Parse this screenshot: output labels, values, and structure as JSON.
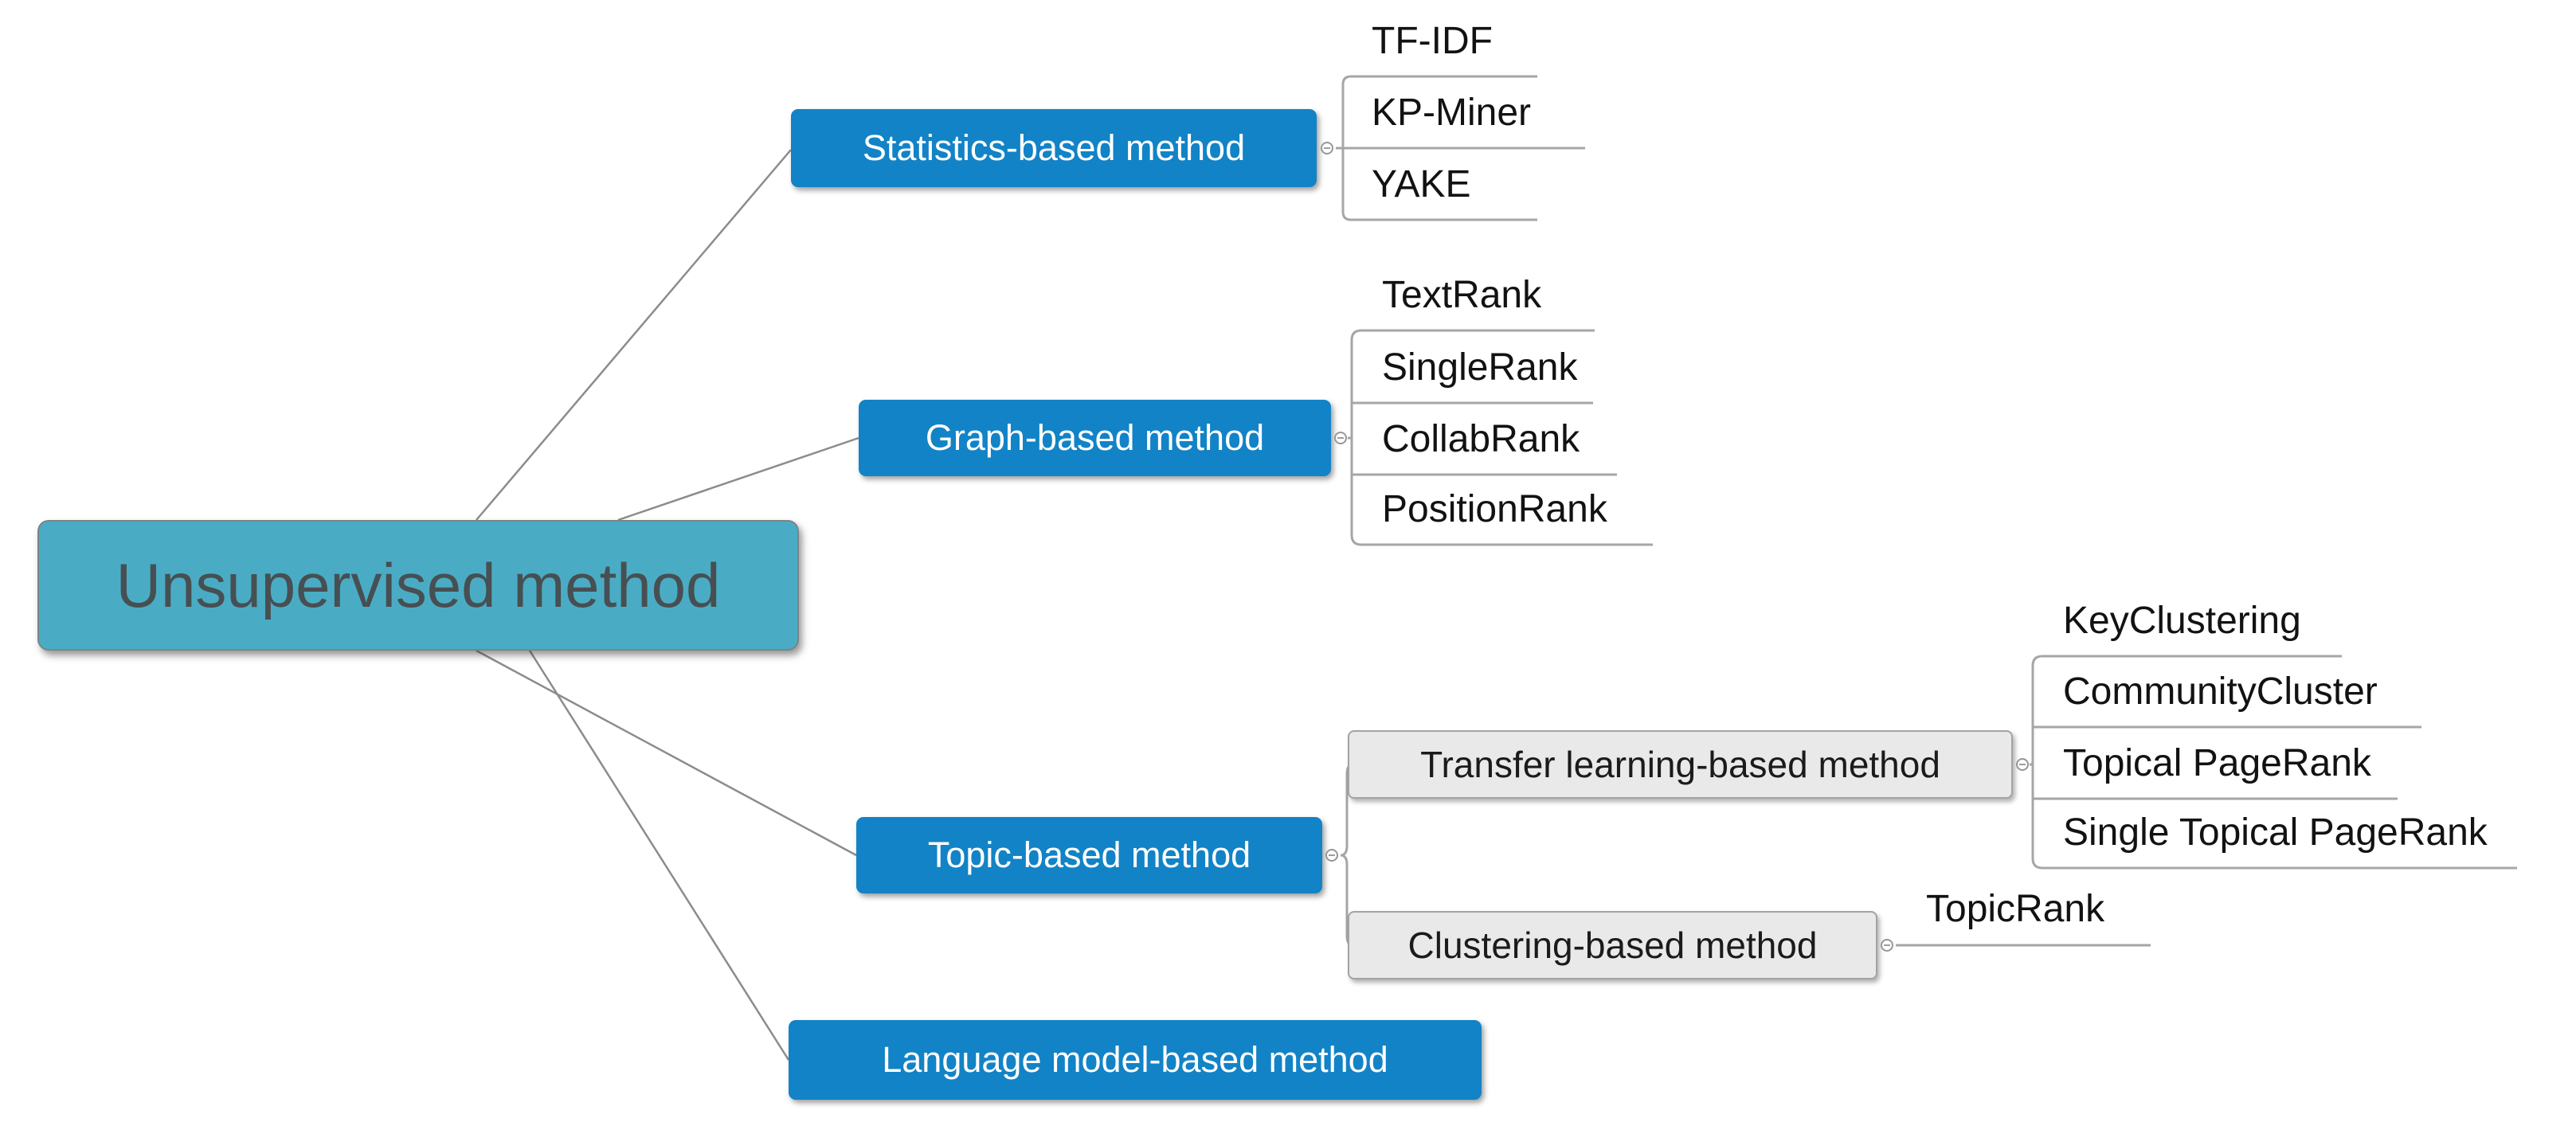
{
  "diagram_title": "Unsupervised keyphrase extraction methods mind map",
  "colors": {
    "root_fill": "#4AACC4",
    "root_text": "#474F52",
    "branch_fill": "#1283C6",
    "branch_text": "#FFFFFF",
    "gray_fill": "#E9E9E9",
    "gray_border": "#A3A3A3",
    "leaf_text": "#121212",
    "connector_line": "#A6A6A6",
    "root_line": "#8C8C8C",
    "background": "#FFFFFF"
  },
  "tree": {
    "label": "Unsupervised method",
    "children": [
      {
        "label": "Statistics-based method",
        "children": [
          {
            "label": "TF-IDF"
          },
          {
            "label": "KP-Miner"
          },
          {
            "label": "YAKE"
          }
        ]
      },
      {
        "label": "Graph-based method",
        "children": [
          {
            "label": "TextRank"
          },
          {
            "label": "SingleRank"
          },
          {
            "label": "CollabRank"
          },
          {
            "label": "PositionRank"
          }
        ]
      },
      {
        "label": "Topic-based method",
        "children": [
          {
            "label": "Transfer learning-based method",
            "children": [
              {
                "label": "KeyClustering"
              },
              {
                "label": "CommunityCluster"
              },
              {
                "label": "Topical PageRank"
              },
              {
                "label": "Single Topical PageRank"
              }
            ]
          },
          {
            "label": "Clustering-based method",
            "children": [
              {
                "label": "TopicRank"
              }
            ]
          }
        ]
      },
      {
        "label": "Language model-based method",
        "children": []
      }
    ]
  },
  "handle_state": "expanded-minus"
}
